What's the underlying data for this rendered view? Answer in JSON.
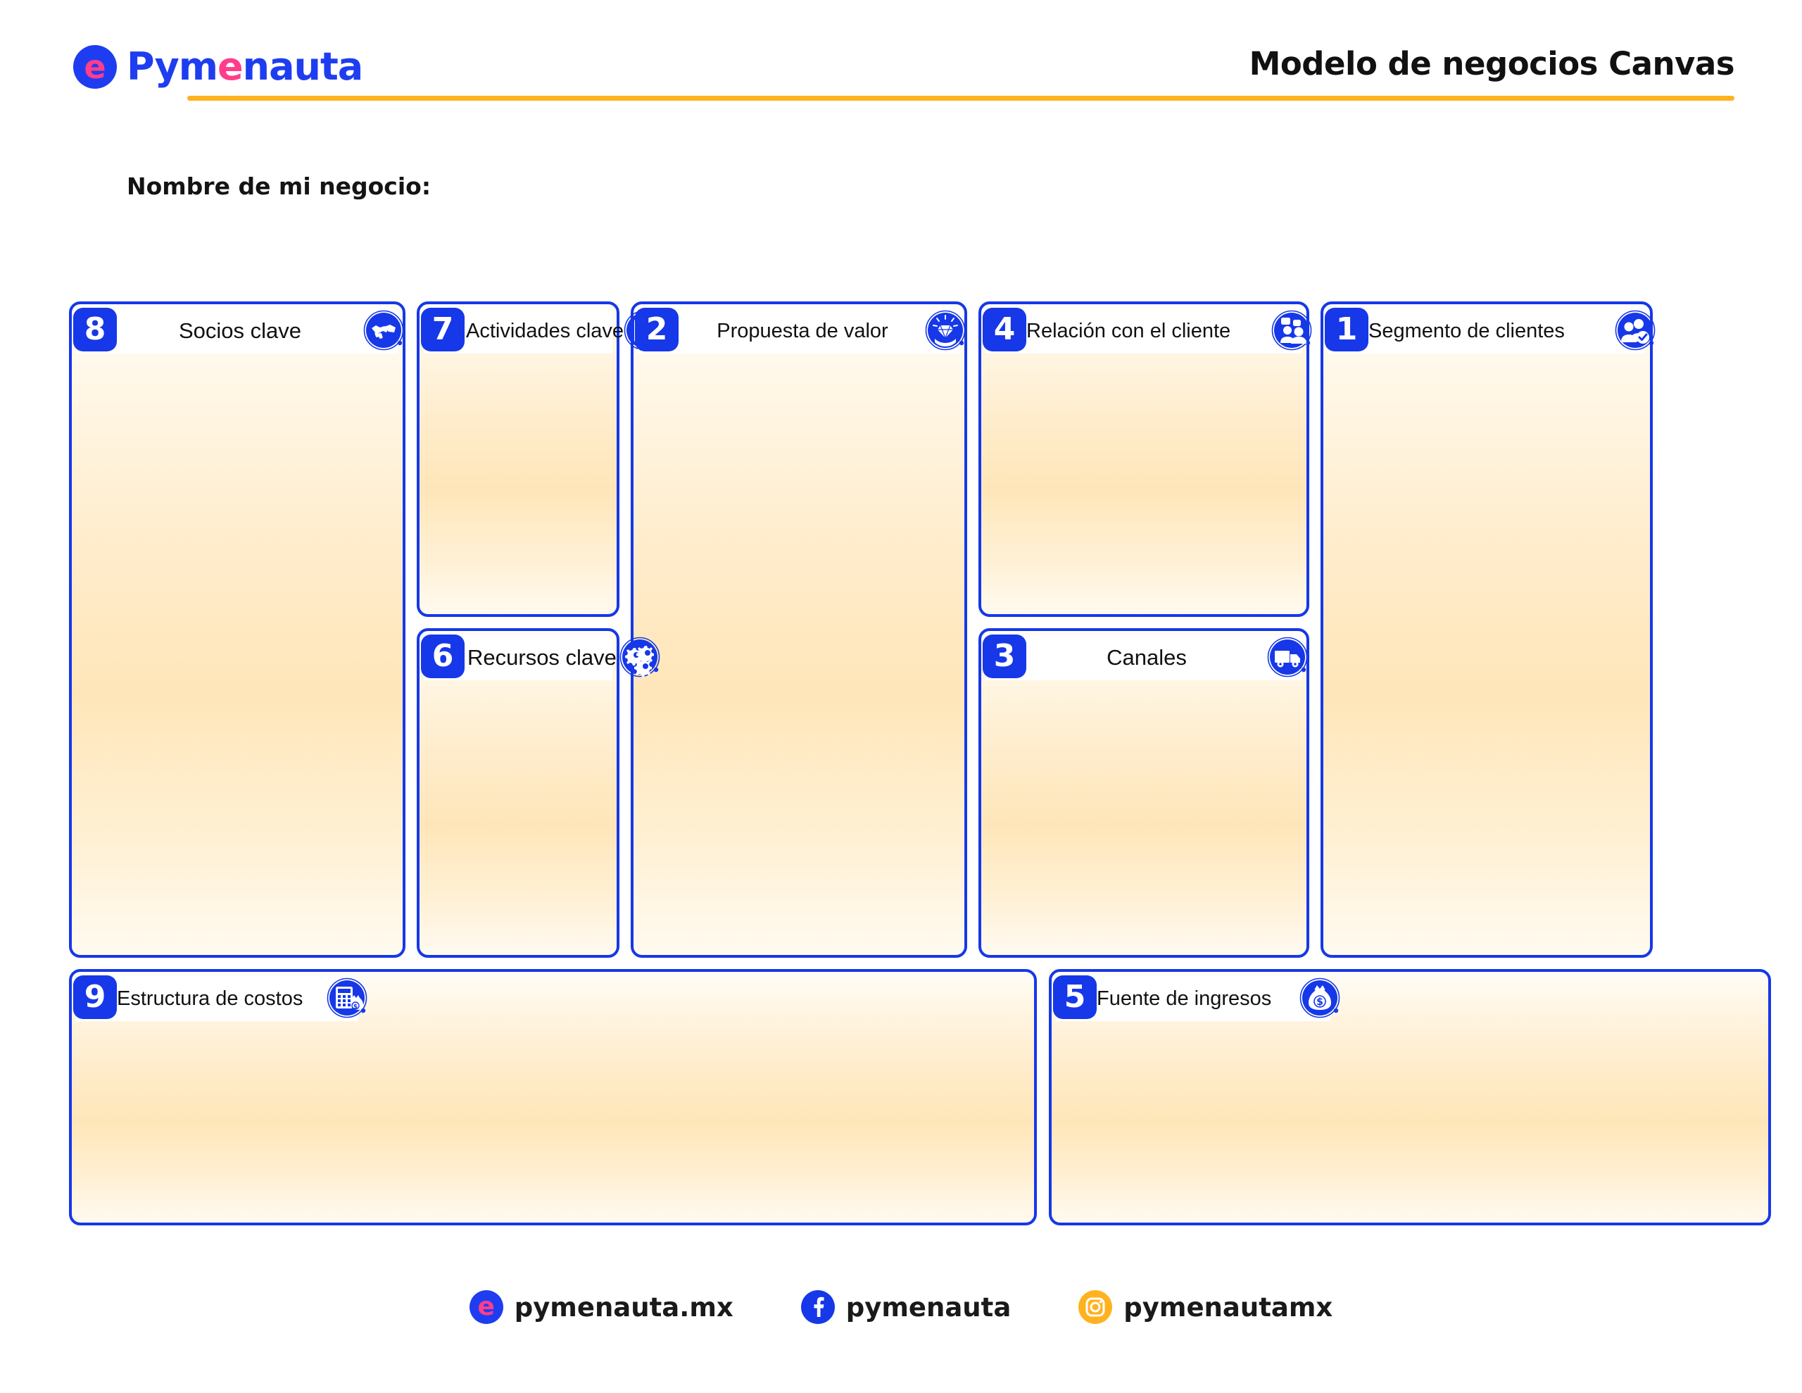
{
  "brand": {
    "name_part1": "Pym",
    "name_accent": "e",
    "name_part2": "nauta",
    "mark_glyph": "e",
    "blue": "#1f3df0",
    "pink": "#ff3d8b",
    "amber": "#ffb21f"
  },
  "header": {
    "title": "Modelo de negocios Canvas"
  },
  "business_name_label": "Nombre de mi negocio:",
  "canvas": {
    "blocks": [
      {
        "number": "8",
        "label": "Socios clave",
        "icon": "handshake-icon"
      },
      {
        "number": "7",
        "label": "Actividades clave",
        "icon": "clipboard-checklist-pencil-icon"
      },
      {
        "number": "6",
        "label": "Recursos clave",
        "icon": "gears-icon"
      },
      {
        "number": "2",
        "label": "Propuesta de valor",
        "icon": "diamond-in-hand-icon"
      },
      {
        "number": "4",
        "label": "Relación con el cliente",
        "icon": "people-chat-icon"
      },
      {
        "number": "3",
        "label": "Canales",
        "icon": "delivery-truck-icon"
      },
      {
        "number": "1",
        "label": "Segmento de clientes",
        "icon": "people-check-icon"
      },
      {
        "number": "9",
        "label": "Estructura de costos",
        "icon": "calculator-money-bag-icon"
      },
      {
        "number": "5",
        "label": "Fuente de ingresos",
        "icon": "money-bag-icon"
      }
    ],
    "badge_color": "#1638e8",
    "border_color": "#1638e8",
    "fill_top": "#fffdf8",
    "fill_mid": "#ffe6b9"
  },
  "footer": {
    "items": [
      {
        "icon": "pymenauta-logo-icon",
        "label": "pymenauta.mx"
      },
      {
        "icon": "facebook-icon",
        "label": "pymenauta"
      },
      {
        "icon": "instagram-icon",
        "label": "pymenautamx"
      }
    ]
  }
}
